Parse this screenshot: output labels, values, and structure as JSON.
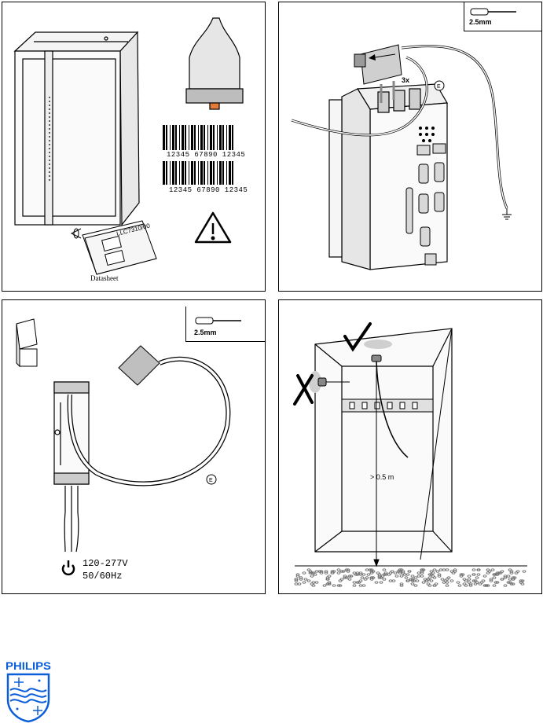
{
  "panel1": {
    "datasheet_label": "Datasheet",
    "booklet_code": "LLC7310/00",
    "barcode_1": "12345 67890 12345",
    "barcode_2": "12345 67890 12345"
  },
  "panel2": {
    "tool_size": "2.5mm",
    "multiplier": "3x",
    "earth_marker": "E"
  },
  "panel3": {
    "tool_size": "2.5mm",
    "earth_marker": "E",
    "voltage": "120-277V",
    "frequency": "50/60Hz"
  },
  "panel4": {
    "height_note": "> 0.5 m"
  },
  "logo": {
    "brand": "PHILIPS",
    "color": "#0b5ed7"
  }
}
